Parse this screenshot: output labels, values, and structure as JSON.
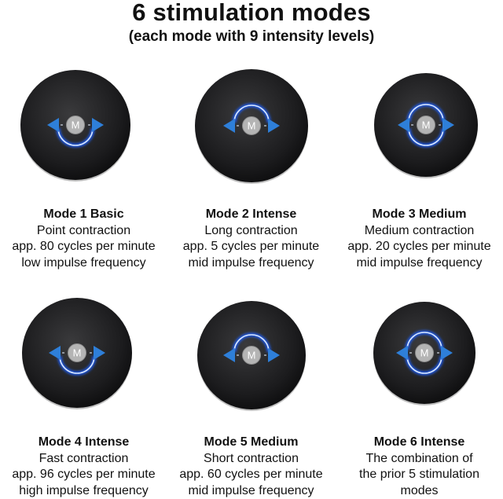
{
  "header": {
    "title": "6 stimulation modes",
    "subtitle": "(each mode with 9 intensity levels)"
  },
  "colors": {
    "device_body": "#1c1c1e",
    "arrow_blue": "#2e7fd9",
    "button_grey": "#b4b4b4",
    "glow_blue": "#1f5fff"
  },
  "modes": [
    {
      "name": "Mode 1 Basic",
      "line1": "Point contraction",
      "line2": "app. 80 cycles per minute",
      "line3": "low impulse frequency",
      "button_letter": "M",
      "arcs": "bottom"
    },
    {
      "name": "Mode 2 Intense",
      "line1": "Long contraction",
      "line2": "app. 5 cycles per minute",
      "line3": "mid impulse frequency",
      "button_letter": "M",
      "arcs": "top"
    },
    {
      "name": "Mode 3 Medium",
      "line1": "Medium contraction",
      "line2": "app. 20 cycles per minute",
      "line3": "mid impulse frequency",
      "button_letter": "M",
      "arcs": "both"
    },
    {
      "name": "Mode 4 Intense",
      "line1": "Fast contraction",
      "line2": "app. 96 cycles per minute",
      "line3": "high impulse frequency",
      "button_letter": "M",
      "arcs": "bottom"
    },
    {
      "name": "Mode 5 Medium",
      "line1": "Short contraction",
      "line2": "app. 60 cycles per minute",
      "line3": "mid impulse frequency",
      "button_letter": "M",
      "arcs": "top"
    },
    {
      "name": "Mode 6 Intense",
      "line1": "The combination of",
      "line2": "the prior 5 stimulation",
      "line3": "modes",
      "button_letter": "M",
      "arcs": "both"
    }
  ]
}
